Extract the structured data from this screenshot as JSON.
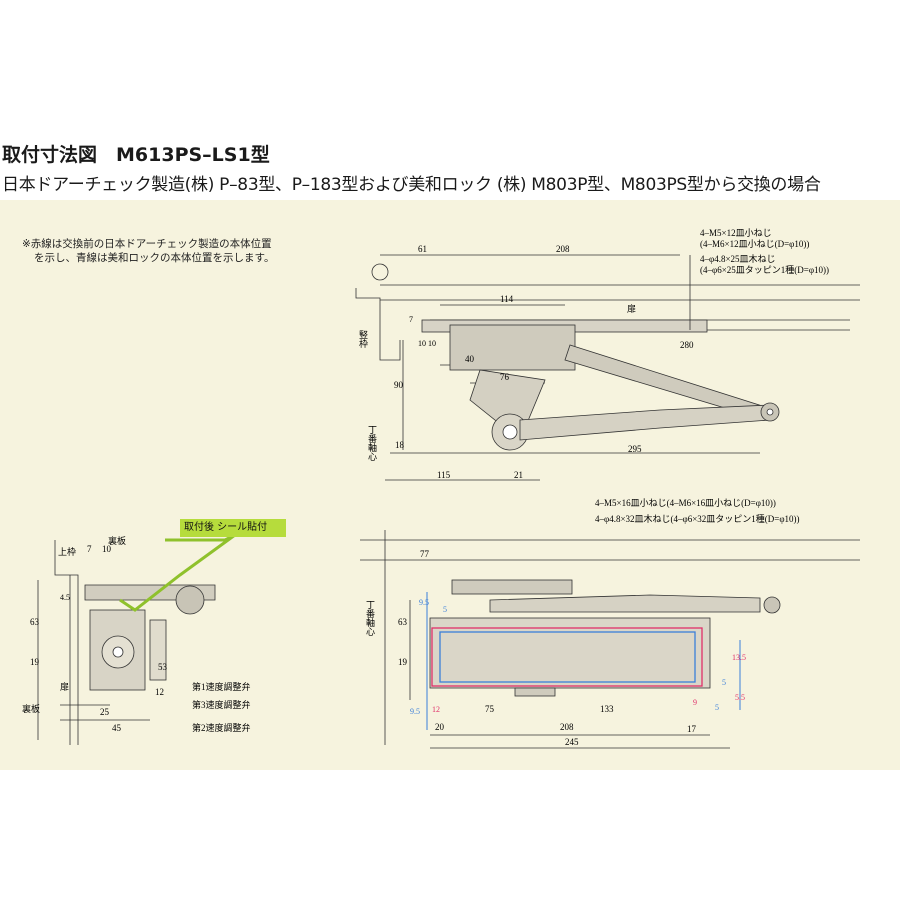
{
  "heading": {
    "title": "取付寸法図　M613PS–LS1型",
    "subtitle": "日本ドアーチェック製造(株) P–83型、P–183型および美和ロック (株) M803P型、M803PS型から交換の場合"
  },
  "note": {
    "line1": "※赤線は交換前の日本ドアーチェック製造の本体位置",
    "line2": "を示し、青線は美和ロックの本体位置を示します。"
  },
  "sticker": "取付後 シール貼付",
  "top_view": {
    "dims": [
      "61",
      "208",
      "114",
      "280",
      "40",
      "76",
      "7",
      "10",
      "10",
      "90",
      "18",
      "295",
      "115",
      "21"
    ],
    "screw_spec_1": "4–M5×12皿小ねじ",
    "screw_spec_1b": "(4–M6×12皿小ねじ(D=φ10))",
    "screw_spec_2": "4–φ4.8×25皿木ねじ",
    "screw_spec_2b": "(4–φ6×25皿タッピン1種(D=φ10))",
    "door_label": "扉",
    "frame_label": "竪枠",
    "hinge_label": "丁番軸心"
  },
  "side_view": {
    "dims": [
      "7",
      "10",
      "4.5",
      "63",
      "19",
      "25",
      "45",
      "53",
      "12"
    ],
    "labels": {
      "upper_frame": "上枠",
      "back_plate": "裏板",
      "door": "扉",
      "back_plate_2": "裏板",
      "valve1": "第1速度調整弁",
      "valve3": "第3速度調整弁",
      "valve2": "第2速度調整弁"
    }
  },
  "front_view": {
    "screw_spec_1": "4–M5×16皿小ねじ(4–M6×16皿小ねじ(D=φ10))",
    "screw_spec_2": "4–φ4.8×32皿木ねじ(4–φ6×32皿タッピン1種(D=φ10))",
    "dims": [
      "77",
      "63",
      "19",
      "20",
      "75",
      "133",
      "208",
      "245",
      "17",
      "9.5",
      "9.5",
      "12",
      "9",
      "5",
      "5",
      "13.5",
      "5.5",
      "5"
    ],
    "hinge_label": "丁番軸心"
  },
  "colors": {
    "sheet": "#f6f3de",
    "sticker": "#b6dc3c",
    "red_line": "#e0306a",
    "blue_line": "#3b7fd9",
    "line": "#333333"
  }
}
